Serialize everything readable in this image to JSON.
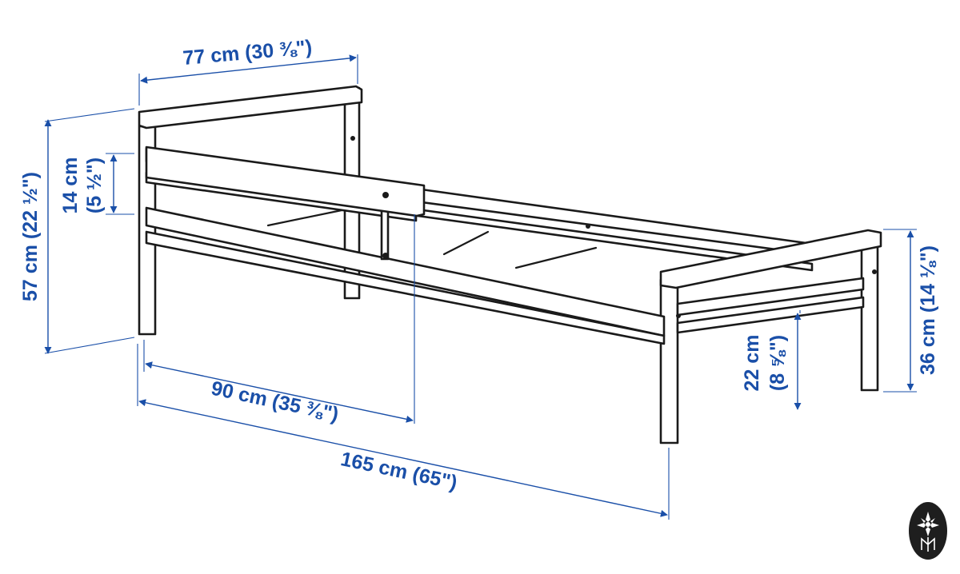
{
  "dimensions": {
    "width": "77 cm (30 ⅜\")",
    "total_height": "57 cm (22 ½\")",
    "rail_height_cm": "14 cm",
    "rail_height_in": "(5 ½\")",
    "guard_length": "90 cm (35 ⅜\")",
    "length": "165 cm (65\")",
    "clearance_cm": "22 cm",
    "clearance_in": "(8 ⅝\")",
    "foot_height": "36 cm (14 ⅛\")"
  },
  "colors": {
    "dimension": "#1a4fa8",
    "outline": "#1a1a1a",
    "badge": "#1e1e1e"
  },
  "badge": {
    "icon": "flower-emblem-icon"
  }
}
